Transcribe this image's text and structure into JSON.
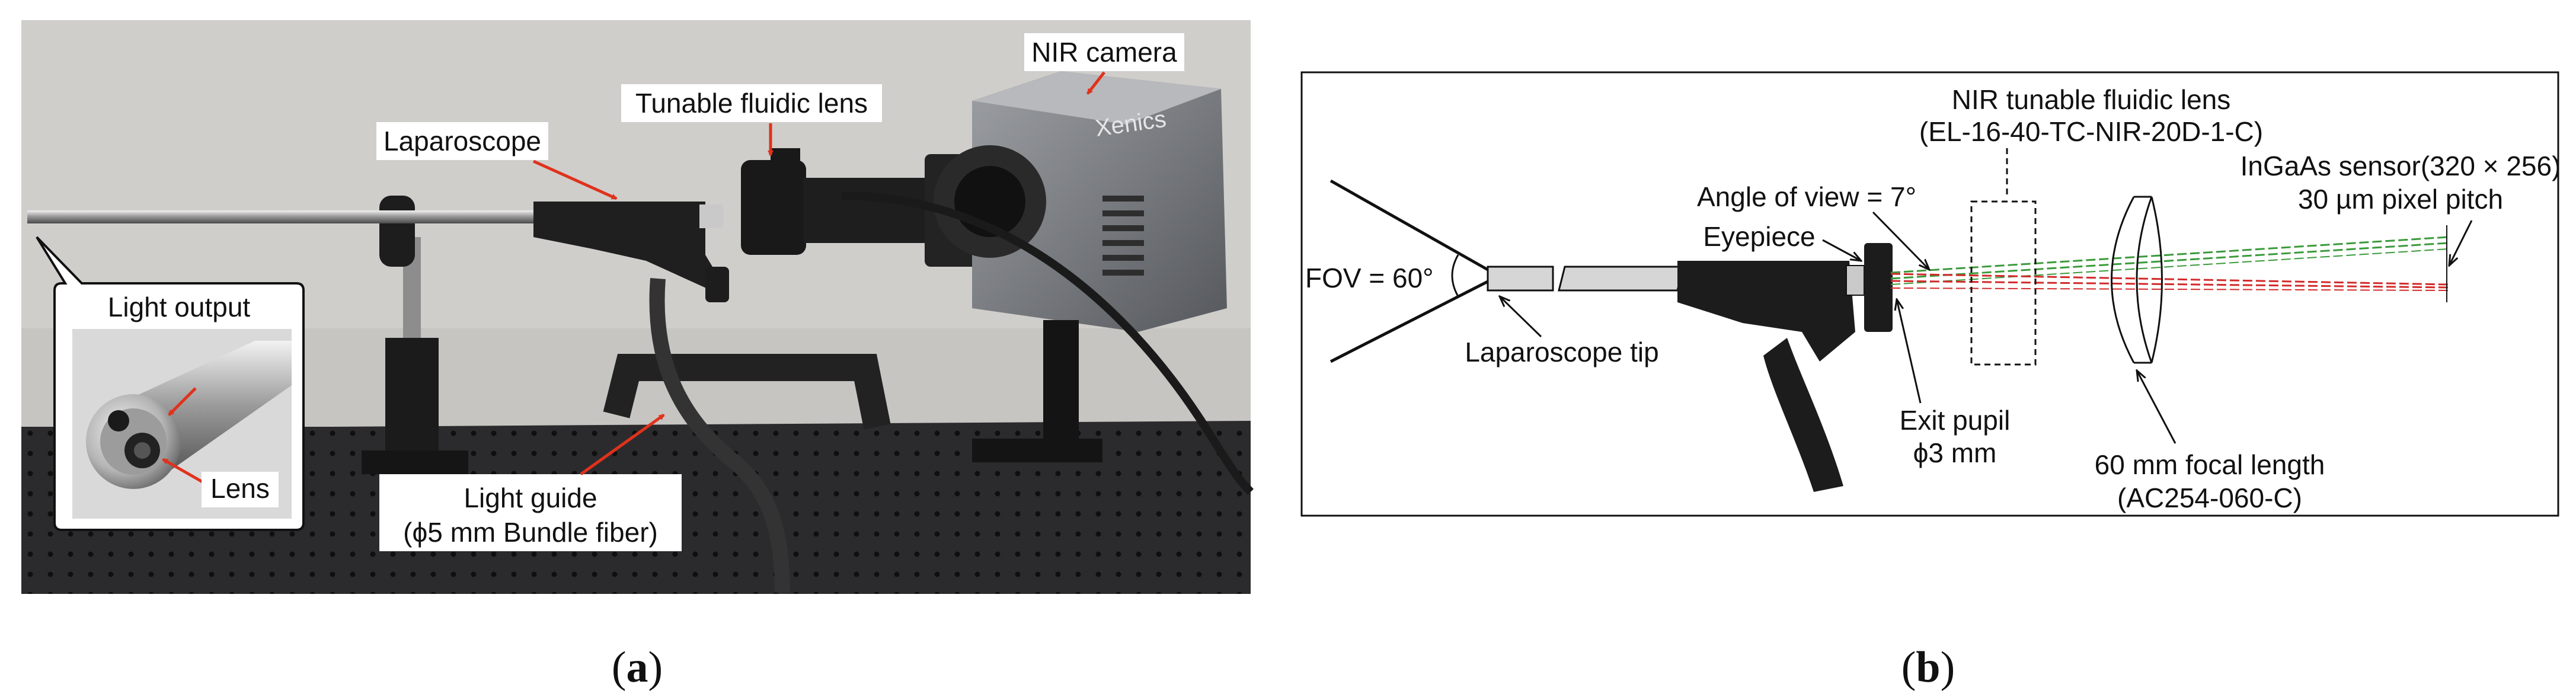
{
  "panel_a": {
    "caption_letter": "a",
    "labels": {
      "nir_camera": "NIR camera",
      "tunable_lens": "Tunable fluidic lens",
      "laparoscope": "Laparoscope",
      "light_output": "Light output",
      "lens": "Lens",
      "light_guide_line1": "Light guide",
      "light_guide_line2": "(ϕ5 mm Bundle fiber)",
      "brand": "Xenics"
    },
    "colors": {
      "photo_bg": "#c7c5c2",
      "table": "#2b2b2d",
      "callout_arrow": "#e0321c"
    }
  },
  "panel_b": {
    "caption_letter": "b",
    "labels": {
      "lens_title_line1": "NIR tunable fluidic lens",
      "lens_title_line2": "(EL-16-40-TC-NIR-20D-1-C)",
      "sensor_line1": "InGaAs sensor(320 × 256)",
      "sensor_line2": "30 µm pixel pitch",
      "angle_of_view": "Angle of view = 7°",
      "eyepiece": "Eyepiece",
      "fov": "FOV = 60°",
      "laparoscope_tip": "Laparoscope tip",
      "exit_pupil_line1": "Exit pupil",
      "exit_pupil_line2": "ϕ3 mm",
      "focal_line1": "60 mm focal length",
      "focal_line2": "(AC254-060-C)"
    },
    "colors": {
      "ray_green": "#3a9a3a",
      "ray_red": "#d22a2a",
      "housing": "#1c1c1c"
    }
  }
}
